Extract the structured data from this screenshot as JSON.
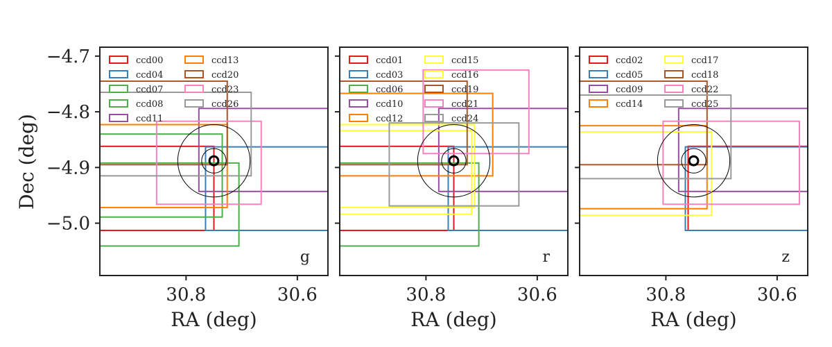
{
  "ylabel": "Dec (deg)",
  "chart_data": {
    "type": "rectangles",
    "xlabel": "RA (deg)",
    "ylabel": "Dec (deg)",
    "xlim": [
      30.955,
      30.545
    ],
    "ylim": [
      -5.094,
      -4.684
    ],
    "xticks": [
      30.8,
      30.6
    ],
    "xtick_labels": [
      "30.8",
      "30.6"
    ],
    "yticks": [
      -4.7,
      -4.8,
      -4.9,
      -5.0
    ],
    "ytick_labels": [
      "−4.7",
      "−4.8",
      "−4.9",
      "−5.0"
    ],
    "grid": false,
    "legend_location": "upper-left",
    "target": {
      "ra": 30.75,
      "dec": -4.888,
      "circle_radii_deg": [
        0.008,
        0.022,
        0.065
      ]
    },
    "panels": [
      {
        "band": "g",
        "legend_cols": 2,
        "ccds": [
          {
            "name": "ccd00",
            "color": "#e41a1c",
            "ra_min": 30.75,
            "ra_max": 30.955,
            "dec_min": -5.013,
            "dec_max": -4.862
          },
          {
            "name": "ccd04",
            "color": "#377eb8",
            "ra_min": 30.545,
            "ra_max": 30.765,
            "dec_min": -5.013,
            "dec_max": -4.863
          },
          {
            "name": "ccd07",
            "color": "#4daf4a",
            "ra_min": 30.705,
            "ra_max": 30.955,
            "dec_min": -5.041,
            "dec_max": -4.892
          },
          {
            "name": "ccd08",
            "color": "#4daf4a",
            "ra_min": 30.735,
            "ra_max": 30.955,
            "dec_min": -4.989,
            "dec_max": -4.84
          },
          {
            "name": "ccd11",
            "color": "#984ea3",
            "ra_min": 30.545,
            "ra_max": 30.777,
            "dec_min": -4.943,
            "dec_max": -4.794
          },
          {
            "name": "ccd13",
            "color": "#ff7f00",
            "ra_min": 30.726,
            "ra_max": 30.955,
            "dec_min": -4.972,
            "dec_max": -4.823
          },
          {
            "name": "ccd20",
            "color": "#a65628",
            "ra_min": 30.726,
            "ra_max": 30.955,
            "dec_min": -4.895,
            "dec_max": -4.745
          },
          {
            "name": "ccd23",
            "color": "#f781bf",
            "ra_min": 30.665,
            "ra_max": 30.853,
            "dec_min": -4.966,
            "dec_max": -4.817
          },
          {
            "name": "ccd26",
            "color": "#999999",
            "ra_min": 30.683,
            "ra_max": 30.955,
            "dec_min": -4.915,
            "dec_max": -4.765
          }
        ]
      },
      {
        "band": "r",
        "legend_cols": 2,
        "ccds": [
          {
            "name": "ccd01",
            "color": "#e41a1c",
            "ra_min": 30.75,
            "ra_max": 30.955,
            "dec_min": -5.013,
            "dec_max": -4.862
          },
          {
            "name": "ccd03",
            "color": "#377eb8",
            "ra_min": 30.545,
            "ra_max": 30.76,
            "dec_min": -5.013,
            "dec_max": -4.863
          },
          {
            "name": "ccd06",
            "color": "#4daf4a",
            "ra_min": 30.705,
            "ra_max": 30.955,
            "dec_min": -5.041,
            "dec_max": -4.892
          },
          {
            "name": "ccd10",
            "color": "#984ea3",
            "ra_min": 30.545,
            "ra_max": 30.777,
            "dec_min": -4.943,
            "dec_max": -4.794
          },
          {
            "name": "ccd12",
            "color": "#ff7f00",
            "ra_min": 30.68,
            "ra_max": 30.955,
            "dec_min": -4.915,
            "dec_max": -4.767
          },
          {
            "name": "ccd15",
            "color": "#ffff33",
            "ra_min": 30.718,
            "ra_max": 30.955,
            "dec_min": -4.984,
            "dec_max": -4.834
          },
          {
            "name": "ccd16",
            "color": "#ffff33",
            "ra_min": 30.713,
            "ra_max": 30.955,
            "dec_min": -4.972,
            "dec_max": -4.823
          },
          {
            "name": "ccd19",
            "color": "#a65628",
            "ra_min": 30.726,
            "ra_max": 30.955,
            "dec_min": -4.895,
            "dec_max": -4.745
          },
          {
            "name": "ccd21",
            "color": "#f781bf",
            "ra_min": 30.615,
            "ra_max": 30.805,
            "dec_min": -4.875,
            "dec_max": -4.725
          },
          {
            "name": "ccd24",
            "color": "#999999",
            "ra_min": 30.633,
            "ra_max": 30.866,
            "dec_min": -4.969,
            "dec_max": -4.82
          }
        ]
      },
      {
        "band": "z",
        "legend_cols": 2,
        "ccds": [
          {
            "name": "ccd02",
            "color": "#e41a1c",
            "ra_min": 30.545,
            "ra_max": 30.76,
            "dec_min": -5.013,
            "dec_max": -4.862
          },
          {
            "name": "ccd05",
            "color": "#377eb8",
            "ra_min": 30.545,
            "ra_max": 30.765,
            "dec_min": -5.013,
            "dec_max": -4.863
          },
          {
            "name": "ccd09",
            "color": "#984ea3",
            "ra_min": 30.545,
            "ra_max": 30.777,
            "dec_min": -4.943,
            "dec_max": -4.794
          },
          {
            "name": "ccd14",
            "color": "#ff7f00",
            "ra_min": 30.726,
            "ra_max": 30.955,
            "dec_min": -4.974,
            "dec_max": -4.825
          },
          {
            "name": "ccd17",
            "color": "#ffff33",
            "ra_min": 30.718,
            "ra_max": 30.955,
            "dec_min": -4.986,
            "dec_max": -4.836
          },
          {
            "name": "ccd18",
            "color": "#a65628",
            "ra_min": 30.726,
            "ra_max": 30.955,
            "dec_min": -4.895,
            "dec_max": -4.745
          },
          {
            "name": "ccd22",
            "color": "#f781bf",
            "ra_min": 30.56,
            "ra_max": 30.805,
            "dec_min": -4.966,
            "dec_max": -4.817
          },
          {
            "name": "ccd25",
            "color": "#999999",
            "ra_min": 30.683,
            "ra_max": 30.955,
            "dec_min": -4.92,
            "dec_max": -4.77
          }
        ]
      }
    ]
  }
}
